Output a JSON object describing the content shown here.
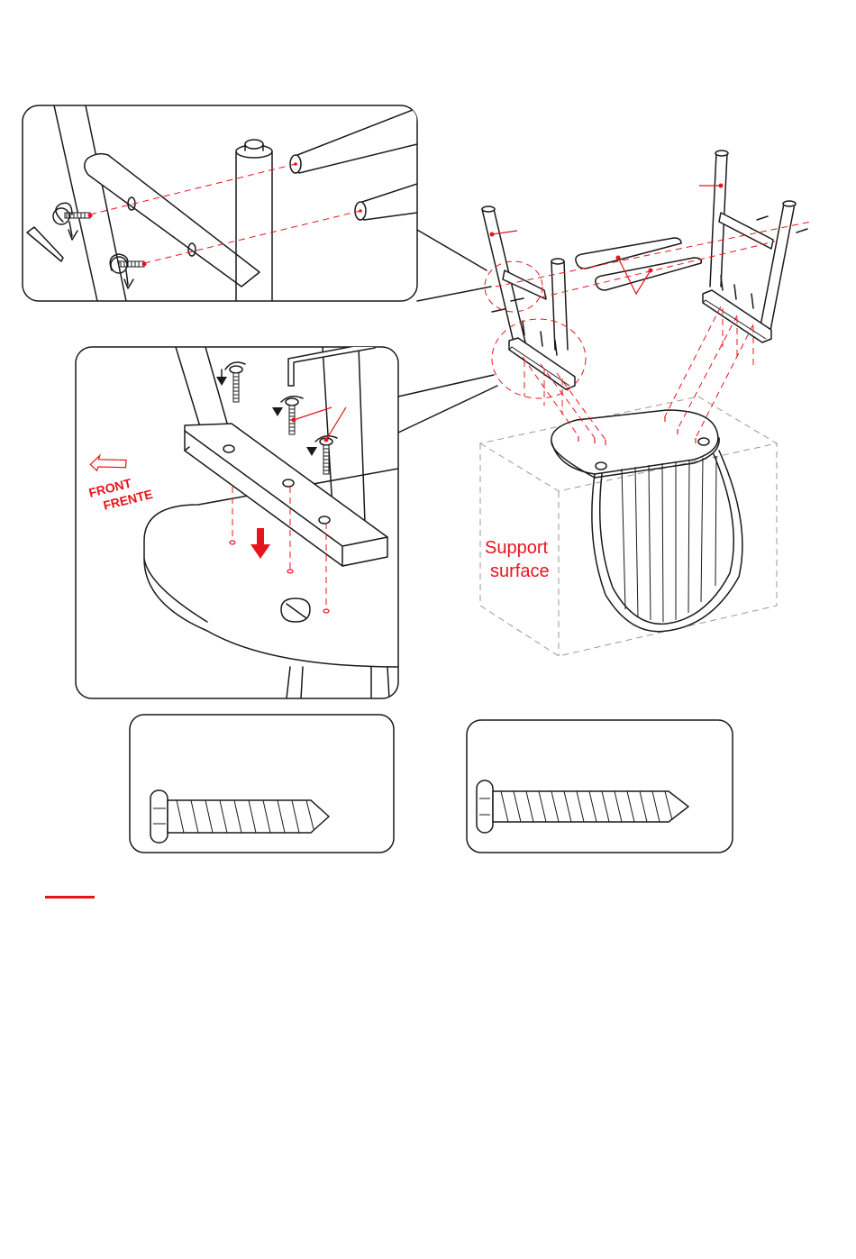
{
  "page": {
    "type": "furniture-assembly-step",
    "accent_color": "#e8141c",
    "line_color": "#1a1a1a"
  },
  "detail_bottom": {
    "front_label": "FRONT",
    "front_label_es": "FRENTE"
  },
  "main_view": {
    "support_label_line1": "Support",
    "support_label_line2": "surface"
  },
  "hardware": [
    {
      "name": "short-wood-screw"
    },
    {
      "name": "long-wood-screw"
    }
  ],
  "icons": [
    "allen-key-icon",
    "screw-icon",
    "rotation-arrow-icon",
    "down-arrow-icon",
    "front-arrow-icon"
  ]
}
